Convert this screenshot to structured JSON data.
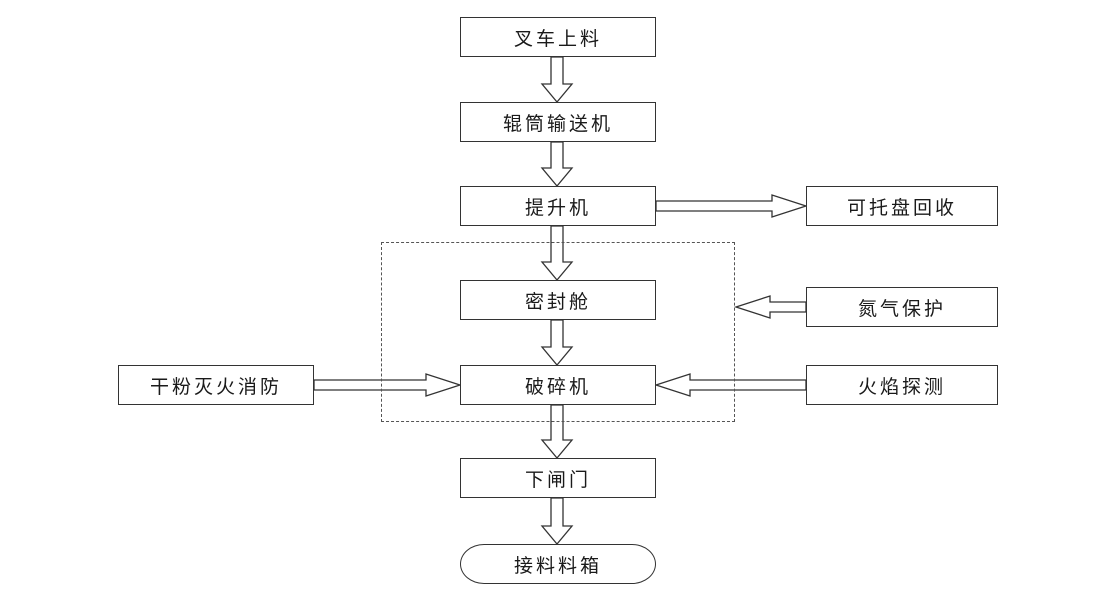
{
  "diagram": {
    "nodes": {
      "forklift_loading": "叉车上料",
      "roller_conveyor": "辊筒输送机",
      "elevator": "提升机",
      "pallet_recycling": "可托盘回收",
      "sealed_chamber": "密封舱",
      "nitrogen_protection": "氮气保护",
      "dry_powder_fire_extinguishing": "干粉灭火消防",
      "crusher": "破碎机",
      "flame_detection": "火焰探测",
      "lower_gate": "下闸门",
      "receiving_bin": "接料料箱"
    },
    "edges": [
      {
        "from": "forklift_loading",
        "to": "roller_conveyor"
      },
      {
        "from": "roller_conveyor",
        "to": "elevator"
      },
      {
        "from": "elevator",
        "to": "pallet_recycling"
      },
      {
        "from": "elevator",
        "to": "sealed_chamber"
      },
      {
        "from": "sealed_chamber",
        "to": "crusher"
      },
      {
        "from": "nitrogen_protection",
        "to": "sealed_chamber_group"
      },
      {
        "from": "dry_powder_fire_extinguishing",
        "to": "crusher"
      },
      {
        "from": "flame_detection",
        "to": "crusher"
      },
      {
        "from": "crusher",
        "to": "lower_gate"
      },
      {
        "from": "lower_gate",
        "to": "receiving_bin"
      }
    ],
    "colors": {
      "line": "#333333",
      "arrow_fill": "#ffffff"
    }
  }
}
